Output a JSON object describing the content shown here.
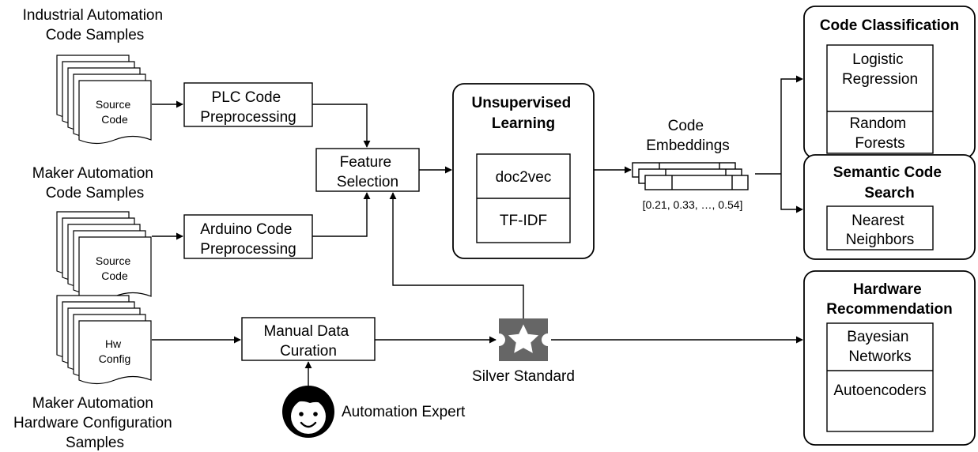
{
  "inputs": {
    "industrial": [
      "Industrial Automation",
      "Code Samples"
    ],
    "maker_code": [
      "Maker Automation",
      "Code Samples"
    ],
    "maker_hw": [
      "Maker Automation",
      "Hardware Configuration",
      "Samples"
    ],
    "doc_source_1": [
      "Source",
      "Code"
    ],
    "doc_source_2": [
      "Source",
      "Code"
    ],
    "doc_hw": [
      "Hw",
      "Config"
    ]
  },
  "steps": {
    "plc": [
      "PLC Code",
      "Preprocessing"
    ],
    "arduino": [
      "Arduino Code",
      "Preprocessing"
    ],
    "feature": [
      "Feature",
      "Selection"
    ],
    "manual": [
      "Manual Data",
      "Curation"
    ]
  },
  "unsupervised": {
    "title": [
      "Unsupervised",
      "Learning"
    ],
    "methods": [
      "doc2vec",
      "TF-IDF"
    ]
  },
  "embeddings": {
    "label": [
      "Code",
      "Embeddings"
    ],
    "vector": "[0.21, 0.33, …, 0.54]"
  },
  "expert": "Automation Expert",
  "silver": "Silver Standard",
  "outputs": {
    "classification": {
      "title": [
        "Code Classification"
      ],
      "methods": [
        [
          "Logistic",
          "Regression"
        ],
        [
          "Random",
          "Forests"
        ]
      ]
    },
    "search": {
      "title": [
        "Semantic Code",
        "Search"
      ],
      "methods": [
        [
          "Nearest",
          "Neighbors"
        ]
      ]
    },
    "hardware": {
      "title": [
        "Hardware",
        "Recommendation"
      ],
      "methods": [
        [
          "Bayesian",
          "Networks"
        ],
        [
          "Autoencoders"
        ]
      ]
    }
  }
}
